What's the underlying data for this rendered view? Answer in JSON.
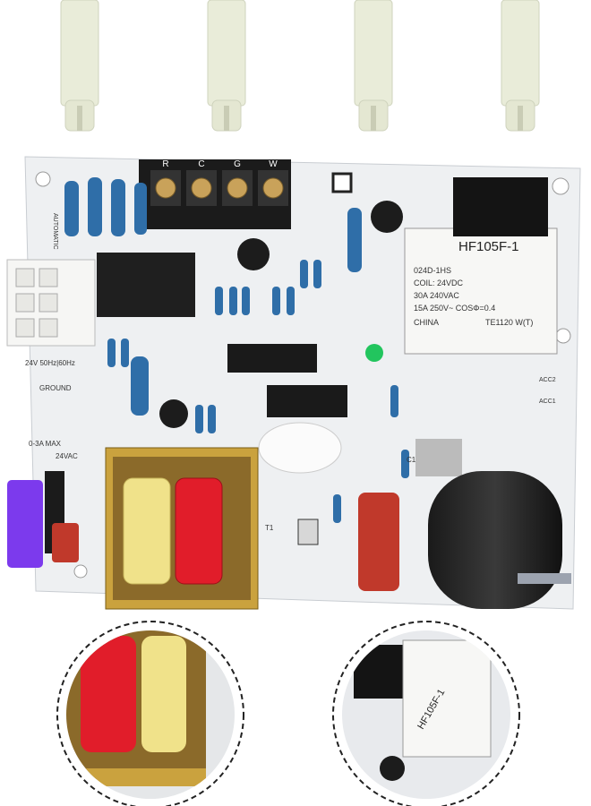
{
  "terminal_block": {
    "labels": [
      "R",
      "C",
      "G",
      "W"
    ]
  },
  "board_labels": {
    "automatic": "AUTOMATIC",
    "voltage_24v": "24V 50Hz|60Hz",
    "ground": "GROUND",
    "output_24vac": "24VAC",
    "fuse_rating": "0-3A MAX",
    "acc2": "ACC2",
    "acc1": "ACC1",
    "transformer_ref": "T1",
    "capacitor_ref": "C1"
  },
  "relay": {
    "model": "HF105F-1",
    "line1": "024D-1HS",
    "line2": "COIL: 24VDC",
    "line3": "30A 240VAC",
    "line4": "15A 250V~ COSΦ=0.4",
    "origin": "CHINA",
    "code": "TE1120 W(T)"
  },
  "detail_relay": {
    "model": "HF105F-1"
  },
  "colors": {
    "board": "#eef0f2",
    "led": "#22c55e",
    "fuse": "#7c3aed",
    "coil_red": "#e11d2a",
    "coil_yellow": "#f0e28a",
    "resistor": "#2f6ea8",
    "posts": "#e9ecd9"
  }
}
